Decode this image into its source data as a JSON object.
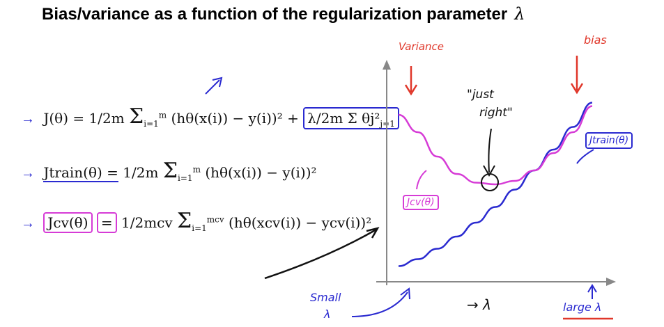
{
  "title": {
    "text": "Bias/variance as a function of the regularization parameter",
    "symbol": "λ"
  },
  "equations": {
    "cost": "J(θ) = 1/2m Σ_{i=1}^{m} (h_θ(x^{(i)}) − y^{(i)})² + λ/2m Σ_{j=1}^{m} θ_j²",
    "cost_lhs": "J(θ) =",
    "cost_frac": "1/2m",
    "cost_sum": "Σ",
    "cost_sum_top": "m",
    "cost_sum_bottom": "i=1",
    "cost_body": "(hθ(x(i)) − y(i))² +",
    "cost_reg": "λ/2m Σ θj²",
    "cost_reg_sum_bottom": "j=1",
    "train_lhs": "Jtrain(θ) =",
    "train_frac": "1/2m",
    "train_sum_top": "m",
    "train_sum_bottom": "i=1",
    "train_body": "(hθ(x(i)) − y(i))²",
    "cv_lhs": "Jcv(θ)",
    "cv_eq": "=",
    "cv_frac": "1/2mcv",
    "cv_sum_top": "mcv",
    "cv_sum_bottom": "i=1",
    "cv_body": "(hθ(xcv(i)) − ycv(i))²"
  },
  "annotations": {
    "variance": "Variance",
    "bias": "bias",
    "just_right_line1": "\"just",
    "just_right_line2": "right\"",
    "jtrain_label": "Jtrain(θ)",
    "jcv_label": "Jcv(θ)",
    "small_line1": "Small",
    "small_line2": "λ",
    "large": "large λ",
    "axis_lambda": "→ λ"
  },
  "colors": {
    "blue": "#2a2ad0",
    "pink": "#d63bd6",
    "red": "#e0372a",
    "black": "#111111",
    "axis": "#888888"
  },
  "icons": {
    "equation_arrow": "right-arrow-icon"
  },
  "chart_data": {
    "type": "line",
    "xlabel": "λ",
    "ylabel": "",
    "series": [
      {
        "name": "Jtrain(θ)",
        "x": [
          0,
          1,
          2,
          3,
          4,
          5,
          6,
          7,
          8,
          9,
          10
        ],
        "values": [
          0.3,
          0.7,
          1.3,
          2.0,
          2.8,
          3.7,
          4.7,
          5.8,
          7.0,
          8.3,
          9.7
        ]
      },
      {
        "name": "Jcv(θ)",
        "x": [
          0,
          1,
          2,
          3,
          4,
          5,
          6,
          7,
          8,
          9,
          10
        ],
        "values": [
          9.0,
          8.0,
          6.6,
          5.6,
          5.1,
          5.0,
          5.2,
          5.8,
          6.8,
          8.0,
          9.5
        ]
      }
    ],
    "xlim": [
      0,
      10
    ],
    "ylim": [
      0,
      10
    ],
    "grid": false
  }
}
